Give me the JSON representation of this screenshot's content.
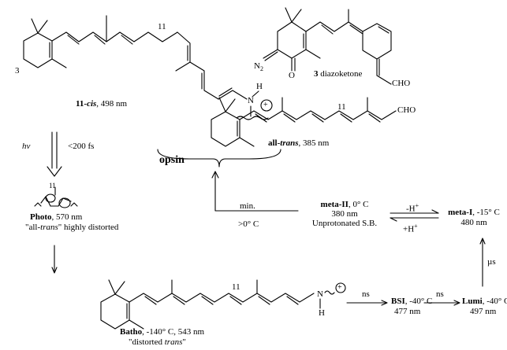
{
  "labels": {
    "c3": "3",
    "c11_top": "11",
    "nh_h": "H",
    "plus": "+",
    "cis_name": "11-",
    "cis_italic": "cis",
    "cis_nm": ", 498 nm",
    "n2": "N",
    "n2_sub": "2",
    "o": "O",
    "diazo_num": "3",
    "diazo_text": " diazoketone",
    "cho_right": "CHO",
    "hv": "hv",
    "fs": "<200 fs",
    "alltrans_c11": "11",
    "alltrans_cho": "CHO",
    "alltrans_name": "all-",
    "alltrans_italic": "trans",
    "alltrans_nm": ", 385 nm",
    "opsin": "opsin",
    "photo_11": "11",
    "photo_name": "Photo",
    "photo_nm": ", 570 nm",
    "photo_desc1": "\"all-",
    "photo_desc_italic": "trans",
    "photo_desc2": "\" highly distorted",
    "min": "min.",
    "gt0": ">0° C",
    "meta2_name": "meta-II",
    "meta2_temp": ", 0° C",
    "meta2_nm": "380 nm",
    "meta2_sb": "Unprotonated S.B.",
    "minus_h": "-H",
    "plus_h": "+H",
    "h_sup_minus": "+",
    "h_sup_plus": "+",
    "meta1_name": "meta-I",
    "meta1_temp": ", -15° C",
    "meta1_nm": "480 nm",
    "mus": "µs",
    "batho_11": "11",
    "batho_h": "H",
    "batho_n": "N",
    "batho_plus": "+",
    "batho_name": "Batho",
    "batho_temp": ", -140° C, 543 nm",
    "batho_desc1": "\"distorted ",
    "batho_desc_italic": "trans",
    "batho_desc2": "\"",
    "ns1": "ns",
    "bsi_name": "BSI",
    "bsi_temp": ", -40° C",
    "bsi_nm": "477 nm",
    "ns2": "ns",
    "lumi_name": "Lumi",
    "lumi_temp": ", -40° C",
    "lumi_nm": "497 nm",
    "n_top": "N"
  }
}
